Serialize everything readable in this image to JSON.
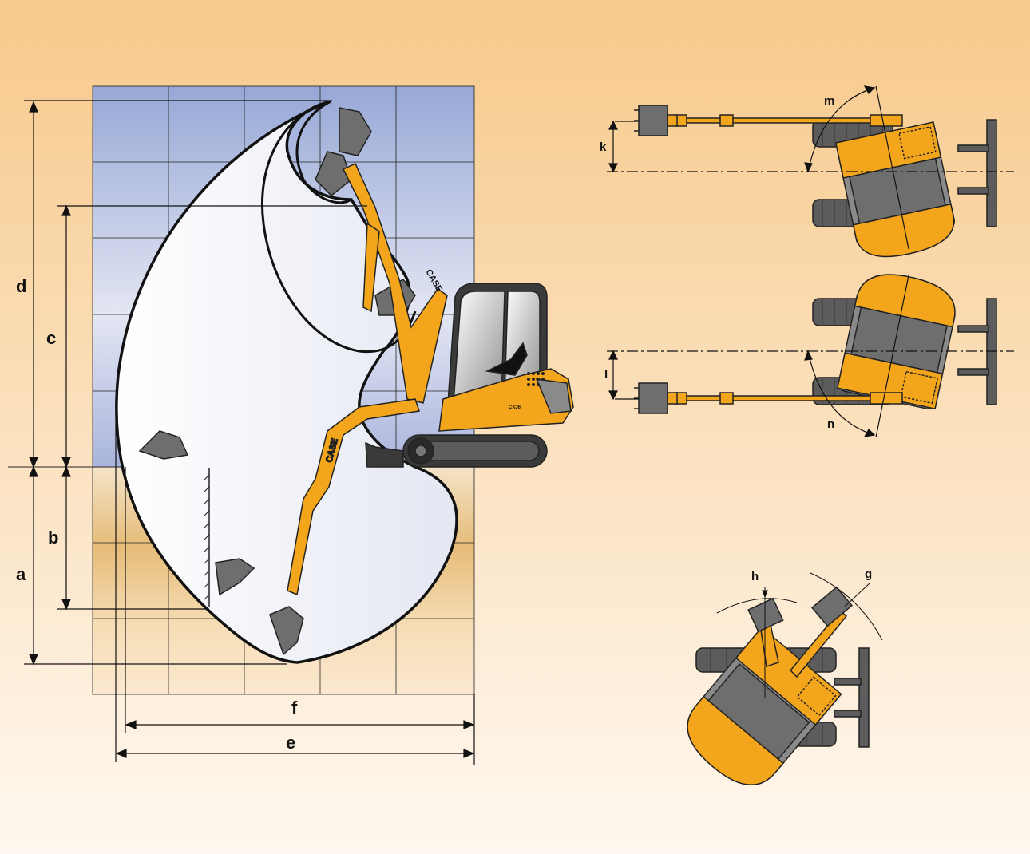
{
  "brand": "CASE",
  "model_badge": "CX36",
  "colors": {
    "background_top": "#f7c98a",
    "background_bottom": "#fff8f0",
    "sky_top": "#97a8d6",
    "ground": "#e2b46a",
    "machine": "#f3a51c",
    "bucket": "#6e6e6e"
  },
  "dimension_labels": {
    "a": "a",
    "b": "b",
    "c": "c",
    "d": "d",
    "e": "e",
    "f": "f",
    "g": "g",
    "h": "h",
    "k": "k",
    "l": "l",
    "m": "m",
    "n": "n"
  },
  "views": [
    {
      "id": "side-view-working-range",
      "icon": "excavator-side-icon"
    },
    {
      "id": "top-view-boom-swing-left",
      "icon": "excavator-top-icon"
    },
    {
      "id": "top-view-boom-swing-right",
      "icon": "excavator-top-icon"
    },
    {
      "id": "top-view-slew-radius",
      "icon": "excavator-top-icon"
    }
  ]
}
